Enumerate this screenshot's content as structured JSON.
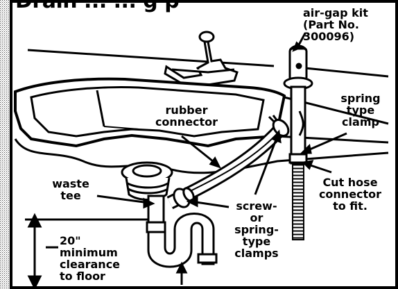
{
  "title_fragment": "Drain ... ... g p",
  "labels": {
    "air_gap_kit": "air-gap kit\n(Part No.\n300096)",
    "spring_type_clamp": "spring\ntype\nclamp",
    "rubber_connector": "rubber\nconnector",
    "waste_tee": "waste\ntee",
    "cut_hose_connector": "Cut hose\nconnector\nto fit.",
    "screw_or_spring_type_clamps": "screw-\nor\nspring-\ntype\nclamps",
    "minimum_clearance": "20\"\nminimum\nclearance\nto floor"
  },
  "colors": {
    "ink": "#000000",
    "paper": "#ffffff",
    "border_pattern": "#7a7a7a"
  }
}
